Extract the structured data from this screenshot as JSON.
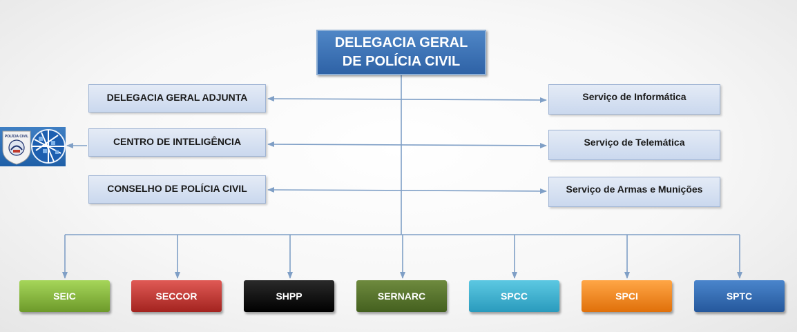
{
  "top": {
    "line1": "DELEGACIA GERAL",
    "line2": "DE POLÍCIA CIVIL"
  },
  "left_boxes": [
    {
      "label": "DELEGACIA GERAL ADJUNTA"
    },
    {
      "label": "CENTRO DE INTELIGÊNCIA"
    },
    {
      "label": "CONSELHO DE POLÍCIA CIVIL"
    }
  ],
  "right_boxes": [
    {
      "label": "Serviço de Informática"
    },
    {
      "label": "Serviço de Telemática"
    },
    {
      "label": "Serviço de Armas e Munições"
    }
  ],
  "units": [
    {
      "label": "SEIC",
      "color_top": "#a6d65a",
      "color_bottom": "#6d9a2a"
    },
    {
      "label": "SECCOR",
      "color_top": "#e05a55",
      "color_bottom": "#a3231f"
    },
    {
      "label": "SHPP",
      "color_top": "#2a2a2a",
      "color_bottom": "#000000"
    },
    {
      "label": "SERNARC",
      "color_top": "#6e8a3e",
      "color_bottom": "#44601f"
    },
    {
      "label": "SPCC",
      "color_top": "#5cc8e2",
      "color_bottom": "#2a9bbd"
    },
    {
      "label": "SPCI",
      "color_top": "#ffa646",
      "color_bottom": "#e0700a"
    },
    {
      "label": "SPTC",
      "color_top": "#4a85cc",
      "color_bottom": "#25589c"
    }
  ],
  "logo": {
    "badge_text": "POLÍCIA CIVIL"
  },
  "colors": {
    "connector": "#7f9fc6"
  }
}
